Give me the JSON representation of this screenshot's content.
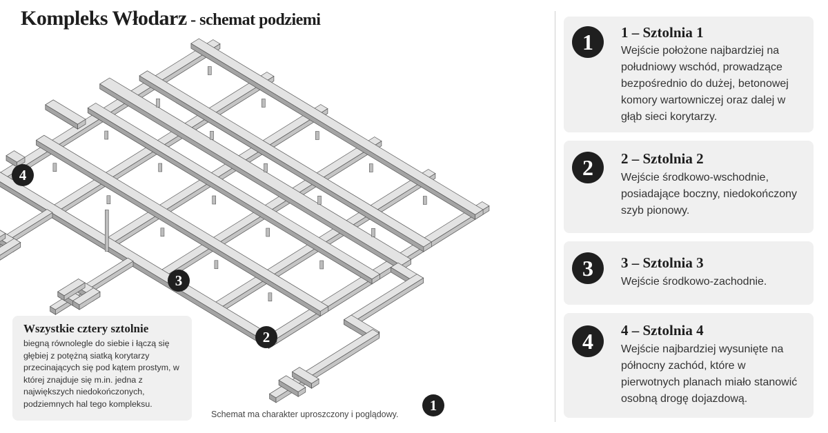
{
  "header": {
    "title_main": "Kompleks Włodarz",
    "title_sub": " - schemat podziemi"
  },
  "note": {
    "title": "Wszystkie cztery sztolnie",
    "body": "biegną równolegle do siebie i łączą się głębiej z potężną siatką korytarzy przecinających się pod kątem prostym, w której znajduje się m.in. jedna z największych niedokończonych, podziemnych hal tego kompleksu."
  },
  "caption": "Schemat ma charakter uproszczony i poglądowy.",
  "diagram_markers": [
    "1",
    "2",
    "3",
    "4"
  ],
  "colors": {
    "tunnel_top": "#e3e3e3",
    "tunnel_side": "#a4a4a4",
    "tunnel_edge": "#555555",
    "card_bg": "#f0f0f0",
    "badge": "#1f1f1f"
  },
  "legend": [
    {
      "number": "1",
      "title": "1 – Sztolnia 1",
      "text": "Wejście położone najbardziej na południowy wschód, prowadzące bezpośrednio do dużej, betonowej komory wartowniczej oraz dalej w głąb sieci korytarzy."
    },
    {
      "number": "2",
      "title": "2 – Sztolnia 2",
      "text": "Wejście środkowo-wschodnie, posiadające boczny, niedokończony szyb pionowy."
    },
    {
      "number": "3",
      "title": "3 – Sztolnia 3",
      "text": "Wejście środkowo-zachodnie."
    },
    {
      "number": "4",
      "title": "4 – Sztolnia 4",
      "text": "Wejście najbardziej wysunięte na północny zachód, które w pierwotnych planach miało stanowić osobną drogę dojazdową."
    }
  ]
}
